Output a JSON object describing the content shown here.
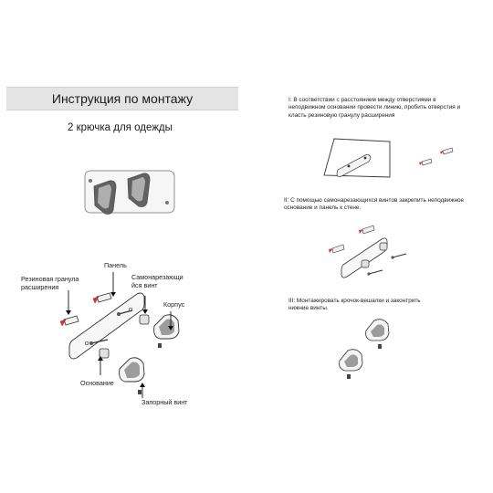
{
  "title": "Инструкция по монтажу",
  "subtitle": "2 крючка для одежды",
  "labels": {
    "granule_line1": "Резиновая гранула",
    "granule_line2": "расширения",
    "panel": "Панель",
    "screw_line1": "Самонарезающи",
    "screw_line2": "йся винт",
    "body": "Корпус",
    "base": "Основание",
    "lock_screw": "Запорный винт"
  },
  "steps": [
    {
      "lines": [
        "I: В соответствии с расстоянием между отверстиями в",
        "неподвижном основании провести линию, пробить отверстия и",
        "класть резиновую гранулу расширения"
      ]
    },
    {
      "lines": [
        "II: С помощью самонарезающихся винтов закрепить неподвижное",
        "основание и панель к стене."
      ]
    },
    {
      "lines": [
        "III: Монтажировать крочок-вешалки и законтрить",
        "нижние винты."
      ]
    }
  ]
}
